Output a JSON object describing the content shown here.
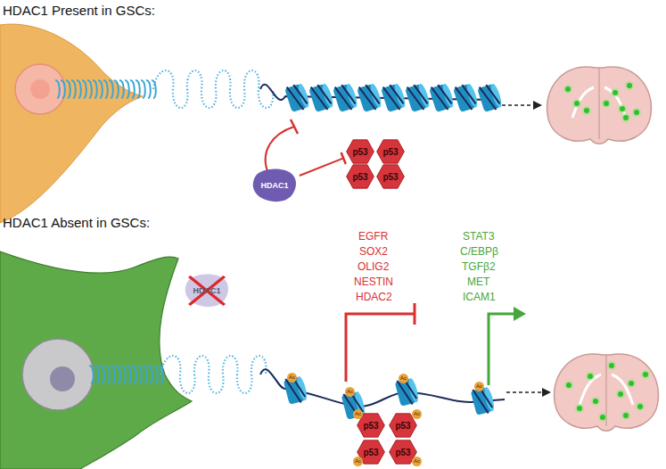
{
  "diagram": {
    "nodes": [
      {
        "text": [
          "HDAC1"
        ]
      },
      {
        "text": [
          "p53"
        ]
      },
      {
        "text": [
          "p53"
        ]
      },
      {
        "text": [
          "p53"
        ]
      },
      {
        "text": [
          "p53"
        ]
      },
      {
        "text": [
          "HDAC1"
        ]
      },
      {
        "text": [
          "p53"
        ]
      },
      {
        "text": [
          "p53"
        ]
      },
      {
        "text": [
          "p53"
        ]
      },
      {
        "text": [
          "p53"
        ]
      }
    ],
    "edges": [
      {
        "from": 0,
        "to": 1,
        "arrow": "to"
      }
    ],
    "labels": [
      "HDAC1 Present in GSCs:",
      "HDAC1 Absent in GSCs:",
      "EGFR",
      "SOX2",
      "OLIG2",
      "NESTIN",
      "HDAC2",
      "STAT3",
      "C/EBPβ",
      "TGFβ2",
      "MET",
      "ICAM1",
      "Ac",
      "Ac",
      "Ac",
      "Ac",
      "Ac",
      "Ac",
      "Ac",
      "Ac"
    ]
  }
}
